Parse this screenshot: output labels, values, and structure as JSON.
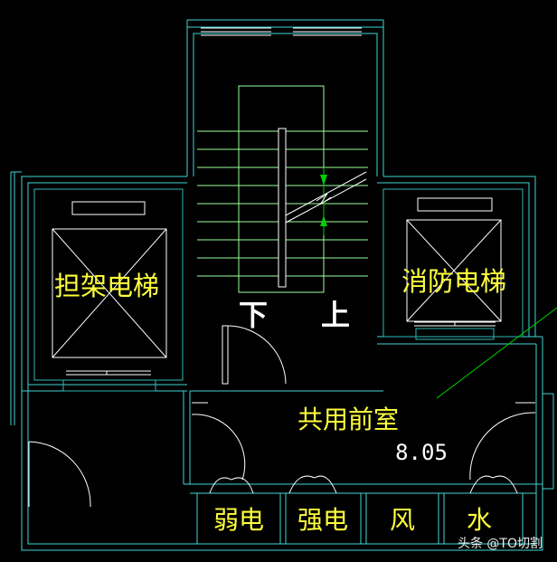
{
  "rooms": {
    "stretcher_elevator": "担架电梯",
    "fire_elevator": "消防电梯",
    "shared_lobby": "共用前室",
    "weak_current": "弱电",
    "strong_current": "强电",
    "air": "风",
    "water": "水"
  },
  "stair": {
    "down": "下",
    "up": "上"
  },
  "elevation": "8.05",
  "watermark": "头条 @TO切割",
  "colors": {
    "background": "#000000",
    "wall": "#3fd6d6",
    "inner_wall": "#2fb8b8",
    "stair": "#9cff9c",
    "door": "#ffffff",
    "text": "#ffff3c",
    "dim_arrow": "#00d000"
  }
}
